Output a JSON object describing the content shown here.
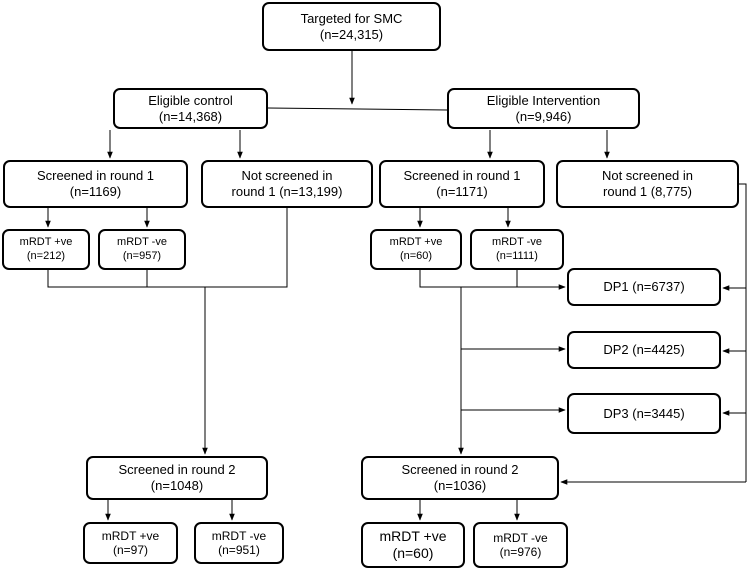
{
  "nodes": {
    "target": {
      "l1": "Targeted for SMC",
      "l2": "(n=24,315)"
    },
    "elig_control": {
      "l1": "Eligible control",
      "l2": "(n=14,368)"
    },
    "elig_int": {
      "l1": "Eligible Intervention",
      "l2": "(n=9,946)"
    },
    "c_scr1": {
      "l1": "Screened in round 1",
      "l2": "(n=1169)"
    },
    "c_notscr1": {
      "l1": "Not screened in",
      "l2": "round 1 (n=13,199)"
    },
    "i_scr1": {
      "l1": "Screened in round 1",
      "l2": "(n=1171)"
    },
    "i_notscr1": {
      "l1": "Not screened in",
      "l2": "round 1 (8,775)"
    },
    "c_pos1": {
      "l1": "mRDT +ve",
      "l2": "(n=212)"
    },
    "c_neg1": {
      "l1": "mRDT -ve",
      "l2": "(n=957)"
    },
    "i_pos1": {
      "l1": "mRDT +ve",
      "l2": "(n=60)"
    },
    "i_neg1": {
      "l1": "mRDT -ve",
      "l2": "(n=1111)"
    },
    "dp1": {
      "l1": "DP1 (n=6737)"
    },
    "dp2": {
      "l1": "DP2 (n=4425)"
    },
    "dp3": {
      "l1": "DP3 (n=3445)"
    },
    "c_scr2": {
      "l1": "Screened in round 2",
      "l2": "(n=1048)"
    },
    "i_scr2": {
      "l1": "Screened in round 2",
      "l2": "(n=1036)"
    },
    "c_pos2": {
      "l1": "mRDT +ve",
      "l2": "(n=97)"
    },
    "c_neg2": {
      "l1": "mRDT -ve",
      "l2": "(n=951)"
    },
    "i_pos2": {
      "l1": "mRDT +ve",
      "l2": "(n=60)"
    },
    "i_neg2": {
      "l1": "mRDT -ve",
      "l2": "(n=976)"
    }
  }
}
